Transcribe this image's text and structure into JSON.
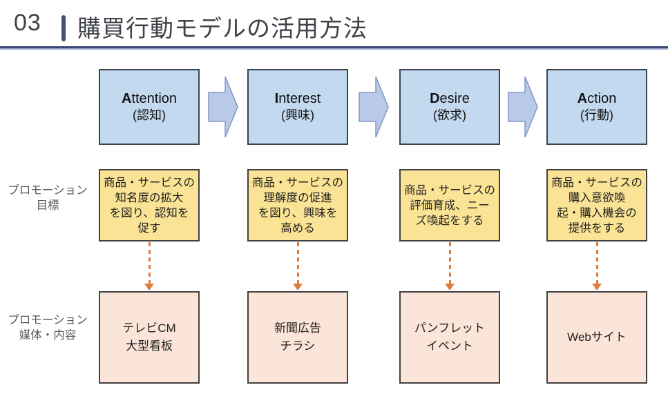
{
  "header": {
    "page_number": "03",
    "title": "購買行動モデルの活用方法"
  },
  "row_labels": {
    "goal": [
      "プロモーション",
      "目標"
    ],
    "media": [
      "プロモーション",
      "媒体・内容"
    ]
  },
  "stages": [
    {
      "en_initial": "A",
      "en_rest": "ttention",
      "jp": "(認知)",
      "goal_lines": [
        "商品・サービスの",
        "知名度の拡大",
        "を図り、認知を",
        "促す"
      ],
      "media_lines": [
        "テレビCM",
        "大型看板"
      ]
    },
    {
      "en_initial": "I",
      "en_rest": "nterest",
      "jp": "(興味)",
      "goal_lines": [
        "商品・サービスの",
        "理解度の促進",
        "を図り、興味を",
        "高める"
      ],
      "media_lines": [
        "新聞広告",
        "チラシ"
      ]
    },
    {
      "en_initial": "D",
      "en_rest": "esire",
      "jp": "(欲求)",
      "goal_lines": [
        "商品・サービスの",
        "評価育成、ニー",
        "ズ喚起をする"
      ],
      "media_lines": [
        "パンフレット",
        "イベント"
      ]
    },
    {
      "en_initial": "A",
      "en_rest": "ction",
      "jp": "(行動)",
      "goal_lines": [
        "商品・サービスの",
        "購入意欲喚",
        "起・購入機会の",
        "提供をする"
      ],
      "media_lines": [
        "Webサイト"
      ]
    }
  ],
  "colors": {
    "stage_box_fill": "#C3D9EF",
    "stage_box_border": "#3A4450",
    "flow_arrow_fill": "#B9C9E8",
    "flow_arrow_border": "#8496C8",
    "goal_box_fill": "#FAE394",
    "goal_box_border": "#404040",
    "media_box_fill": "#FBE5D8",
    "media_box_border": "#404040",
    "dashed_arrow": "#DD7E3D",
    "title_text": "#3F4349",
    "title_accent_bar": "#44546A",
    "title_underline": "#3D4577",
    "title_underline_light": "#A9AFD8",
    "row_label_text": "#595959"
  }
}
